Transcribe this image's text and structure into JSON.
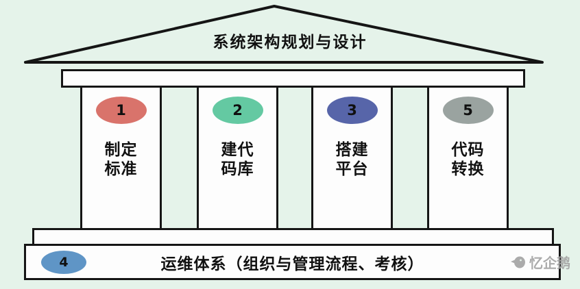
{
  "colors": {
    "background": "#e5f3ea",
    "outline": "#151515",
    "shape_fill": "#fdfdfd",
    "watermark": "#a3a3a3"
  },
  "roof": {
    "label": "系统架构规划与设计"
  },
  "pillars": [
    {
      "number": "1",
      "color": "#d9736b",
      "line1": "制定",
      "line2": "标准"
    },
    {
      "number": "2",
      "color": "#64c9a2",
      "line1": "建代",
      "line2": "码库"
    },
    {
      "number": "3",
      "color": "#5765a9",
      "line1": "搭建",
      "line2": "平台"
    },
    {
      "number": "5",
      "color": "#9aa3a0",
      "line1": "代码",
      "line2": "转换"
    }
  ],
  "base": {
    "number": "4",
    "color": "#5f95c6",
    "label": "运维体系（组织与管理流程、考核）"
  },
  "watermark": {
    "text": "忆企鹅"
  }
}
